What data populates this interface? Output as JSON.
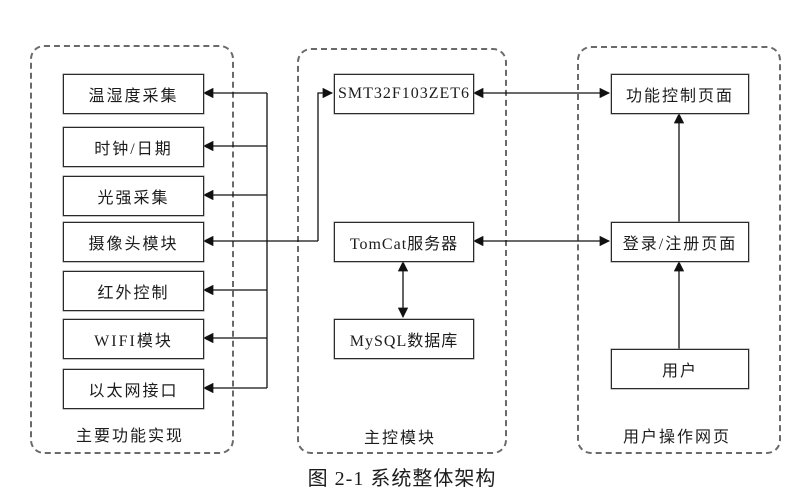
{
  "figure": {
    "caption": "图 2-1 系统整体架构"
  },
  "diagram": {
    "colors": {
      "background": "#ffffff",
      "line": "#111111",
      "box_border": "#2a2a2a",
      "dashed_border": "#6a6a6a",
      "text": "#1c1c1c"
    },
    "groups": [
      {
        "label": "主要功能实现",
        "boxes": [
          {
            "label": "温湿度采集"
          },
          {
            "label": "时钟/日期"
          },
          {
            "label": "光强采集"
          },
          {
            "label": "摄像头模块"
          },
          {
            "label": "红外控制"
          },
          {
            "label": "WIFI模块"
          },
          {
            "label": "以太网接口"
          }
        ]
      },
      {
        "label": "主控模块",
        "boxes": [
          {
            "label": "SMT32F103ZET6"
          },
          {
            "label": "TomCat服务器"
          },
          {
            "label": "MySQL数据库"
          }
        ]
      },
      {
        "label": "用户操作网页",
        "boxes": [
          {
            "label": "功能控制页面"
          },
          {
            "label": "登录/注册页面"
          },
          {
            "label": "用户"
          }
        ]
      }
    ],
    "connections": [
      {
        "a": "SMT32F103ZET6",
        "b": "温湿度采集",
        "arrows": "a→b"
      },
      {
        "a": "SMT32F103ZET6",
        "b": "时钟/日期",
        "arrows": "a→b"
      },
      {
        "a": "SMT32F103ZET6",
        "b": "光强采集",
        "arrows": "a→b"
      },
      {
        "a": "SMT32F103ZET6",
        "b": "摄像头模块",
        "arrows": "a↔b"
      },
      {
        "a": "SMT32F103ZET6",
        "b": "红外控制",
        "arrows": "a→b"
      },
      {
        "a": "SMT32F103ZET6",
        "b": "WIFI模块",
        "arrows": "a→b"
      },
      {
        "a": "SMT32F103ZET6",
        "b": "以太网接口",
        "arrows": "a→b"
      },
      {
        "a": "SMT32F103ZET6",
        "b": "功能控制页面",
        "arrows": "a↔b"
      },
      {
        "a": "TomCat服务器",
        "b": "登录/注册页面",
        "arrows": "a↔b"
      },
      {
        "a": "TomCat服务器",
        "b": "MySQL数据库",
        "arrows": "a↔b"
      },
      {
        "a": "登录/注册页面",
        "b": "功能控制页面",
        "arrows": "a→b"
      },
      {
        "a": "用户",
        "b": "登录/注册页面",
        "arrows": "a→b"
      }
    ]
  }
}
